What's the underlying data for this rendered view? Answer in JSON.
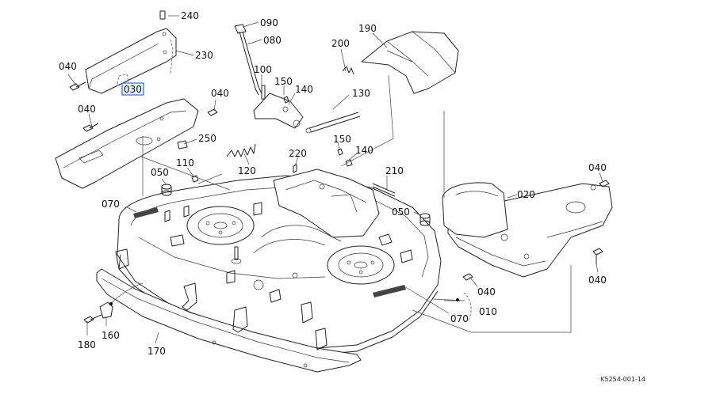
{
  "labels": {
    "p240": "240",
    "p230": "230",
    "p040a": "040",
    "p030": "030",
    "p040b": "040",
    "p040c": "040",
    "p250": "250",
    "p090": "090",
    "p080": "080",
    "p100": "100",
    "p150a": "150",
    "p140a": "140",
    "p130": "130",
    "p200": "200",
    "p190": "190",
    "p120": "120",
    "p220": "220",
    "p150b": "150",
    "p140b": "140",
    "p210": "210",
    "p110": "110",
    "p050a": "050",
    "p070a": "070",
    "p050b": "050",
    "p020": "020",
    "p040d": "040",
    "p040e": "040",
    "p040f": "040",
    "p160": "160",
    "p180": "180",
    "p170": "170",
    "p070b": "070",
    "p010": "010"
  },
  "drawing_code": "K5254-001-14",
  "highlight_color": "#2f6fd6"
}
